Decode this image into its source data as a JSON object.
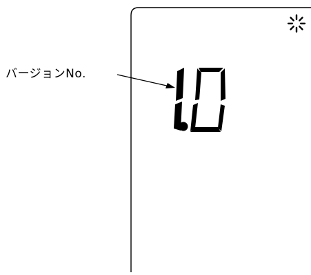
{
  "callout": {
    "label": "バージョンNo."
  },
  "display": {
    "digits": [
      "1",
      "0"
    ],
    "reading": "1.0",
    "segment_color": "#000000"
  },
  "icons": {
    "status": "loading-spinner-icon"
  }
}
